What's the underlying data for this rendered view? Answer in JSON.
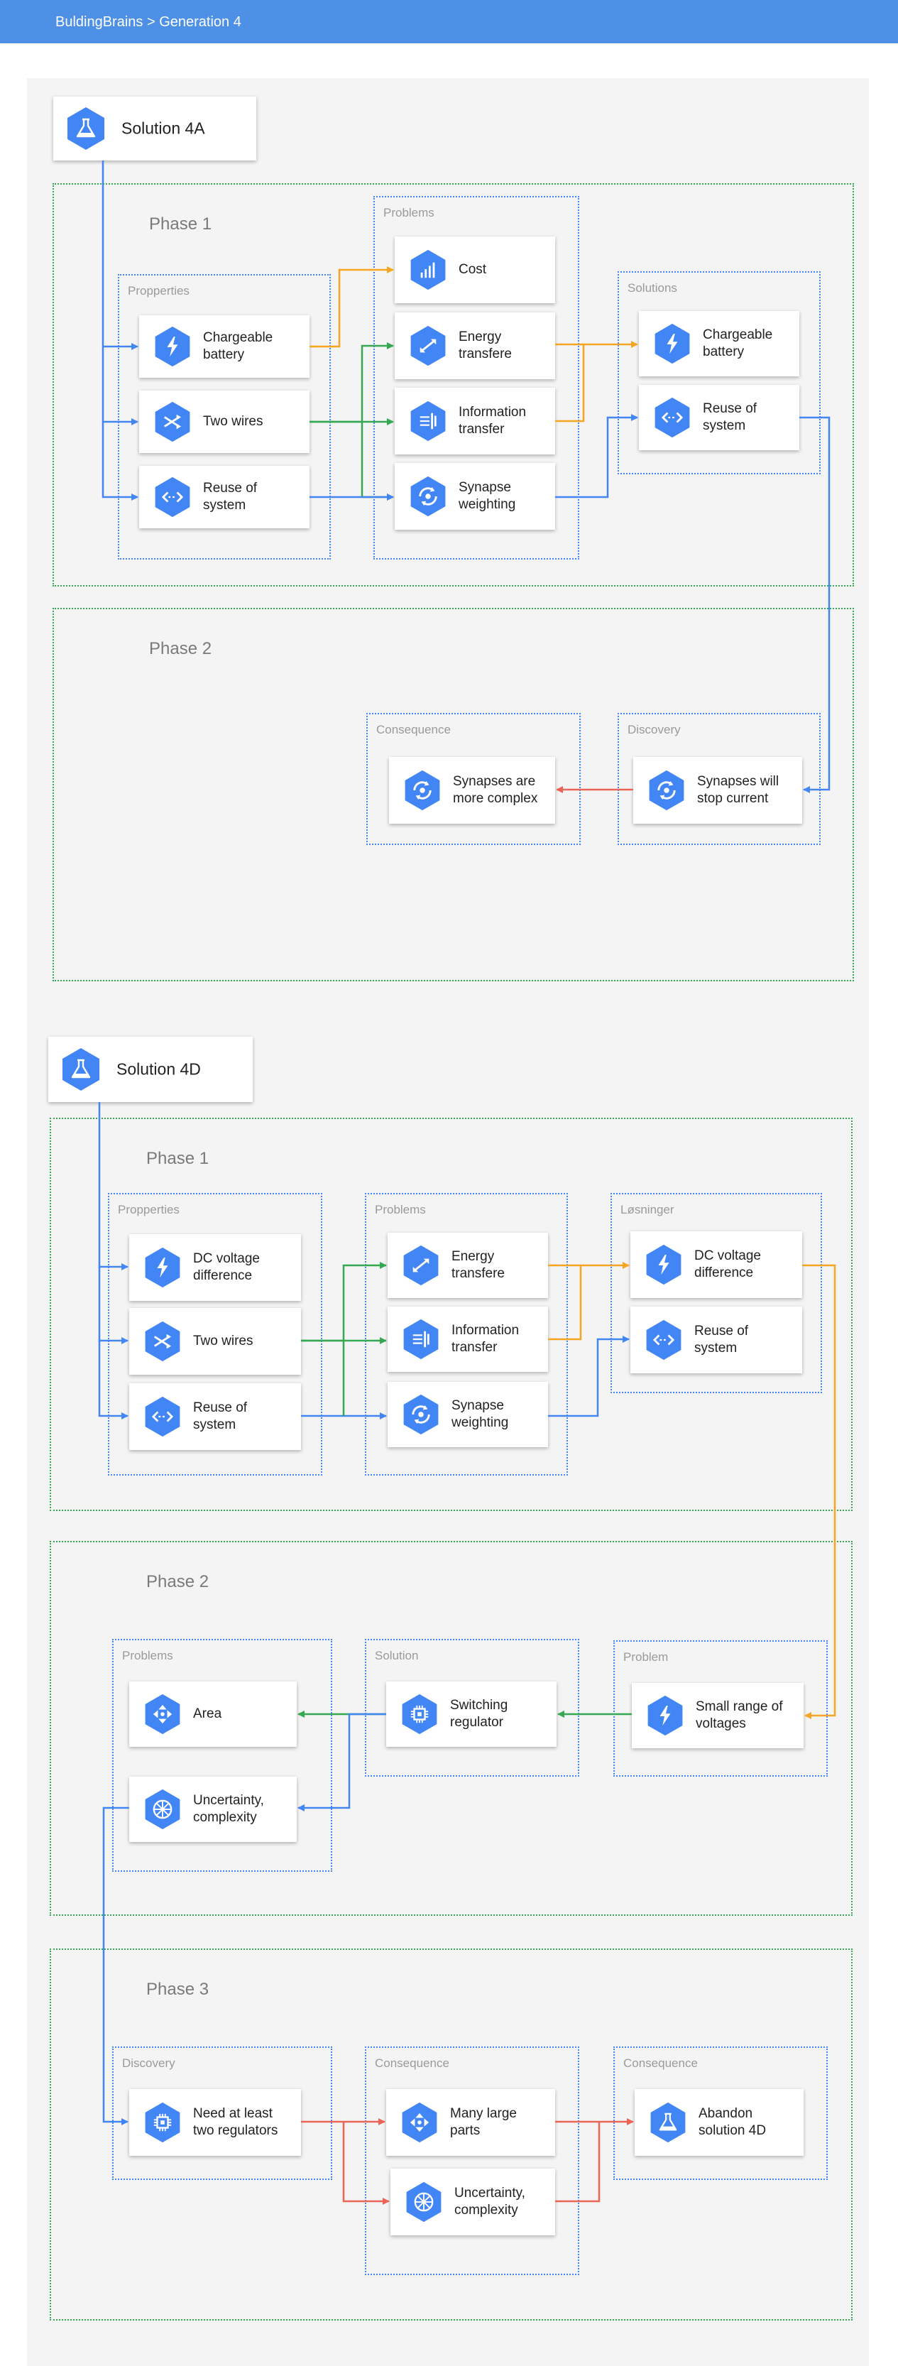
{
  "header": {
    "breadcrumb": "BuldingBrains > Generation 4",
    "color": "#4d90e6"
  },
  "colors": {
    "blue": "#4285f4",
    "orange": "#f4a623",
    "green": "#34a853",
    "red": "#ea6457",
    "phase_border": "#34a853",
    "group_border": "#4285f4"
  },
  "diagram": {
    "solution_4a": {
      "title": "Solution 4A",
      "icon": "flask-icon",
      "phase1": {
        "title": "Phase 1",
        "properties": {
          "title": "Propperties",
          "items": [
            {
              "label": "Chargeable\nbattery",
              "icon": "lightning-icon"
            },
            {
              "label": "Two wires",
              "icon": "shuffle-icon"
            },
            {
              "label": "Reuse of\nsystem",
              "icon": "code-arrows-icon"
            }
          ]
        },
        "problems": {
          "title": "Problems",
          "items": [
            {
              "label": "Cost",
              "icon": "bar-chart-icon"
            },
            {
              "label": "Energy\ntransfere",
              "icon": "transfer-arrows-icon"
            },
            {
              "label": "Information\ntransfer",
              "icon": "stream-icon"
            },
            {
              "label": "Synapse\nweighting",
              "icon": "cycle-icon"
            }
          ]
        },
        "solutions": {
          "title": "Solutions",
          "items": [
            {
              "label": "Chargeable\nbattery",
              "icon": "lightning-icon"
            },
            {
              "label": "Reuse of\nsystem",
              "icon": "code-arrows-icon"
            }
          ]
        }
      },
      "phase2": {
        "title": "Phase 2",
        "consequence": {
          "title": "Consequence",
          "items": [
            {
              "label": "Synapses are\nmore complex",
              "icon": "cycle-icon"
            }
          ]
        },
        "discovery": {
          "title": "Discovery",
          "items": [
            {
              "label": "Synapses will\nstop current",
              "icon": "cycle-icon"
            }
          ]
        }
      }
    },
    "solution_4d": {
      "title": "Solution 4D",
      "icon": "flask-icon",
      "phase1": {
        "title": "Phase 1",
        "properties": {
          "title": "Propperties",
          "items": [
            {
              "label": "DC voltage\ndifference",
              "icon": "lightning-icon"
            },
            {
              "label": "Two wires",
              "icon": "shuffle-icon"
            },
            {
              "label": "Reuse of\nsystem",
              "icon": "code-arrows-icon"
            }
          ]
        },
        "problems": {
          "title": "Problems",
          "items": [
            {
              "label": "Energy\ntransfere",
              "icon": "transfer-arrows-icon"
            },
            {
              "label": "Information\ntransfer",
              "icon": "stream-icon"
            },
            {
              "label": "Synapse\nweighting",
              "icon": "cycle-icon"
            }
          ]
        },
        "solutions": {
          "title": "Løsninger",
          "items": [
            {
              "label": "DC voltage\ndifference",
              "icon": "lightning-icon"
            },
            {
              "label": "Reuse of\nsystem",
              "icon": "code-arrows-icon"
            }
          ]
        }
      },
      "phase2": {
        "title": "Phase 2",
        "problems": {
          "title": "Problems",
          "items": [
            {
              "label": "Area",
              "icon": "move-arrows-icon"
            },
            {
              "label": "Uncertainty,\ncomplexity",
              "icon": "network-icon"
            }
          ]
        },
        "solution": {
          "title": "Solution",
          "items": [
            {
              "label": "Switching\nregulator",
              "icon": "chip-icon"
            }
          ]
        },
        "problem": {
          "title": "Problem",
          "items": [
            {
              "label": "Small range of\nvoltages",
              "icon": "lightning-icon"
            }
          ]
        }
      },
      "phase3": {
        "title": "Phase 3",
        "discovery": {
          "title": "Discovery",
          "items": [
            {
              "label": "Need at least\ntwo regulators",
              "icon": "chip-icon"
            }
          ]
        },
        "consequence_a": {
          "title": "Consequence",
          "items": [
            {
              "label": "Many large\nparts",
              "icon": "move-arrows-icon"
            },
            {
              "label": "Uncertainty,\ncomplexity",
              "icon": "network-icon"
            }
          ]
        },
        "consequence_b": {
          "title": "Consequence",
          "items": [
            {
              "label": "Abandon\nsolution 4D",
              "icon": "flask-icon"
            }
          ]
        }
      }
    }
  }
}
